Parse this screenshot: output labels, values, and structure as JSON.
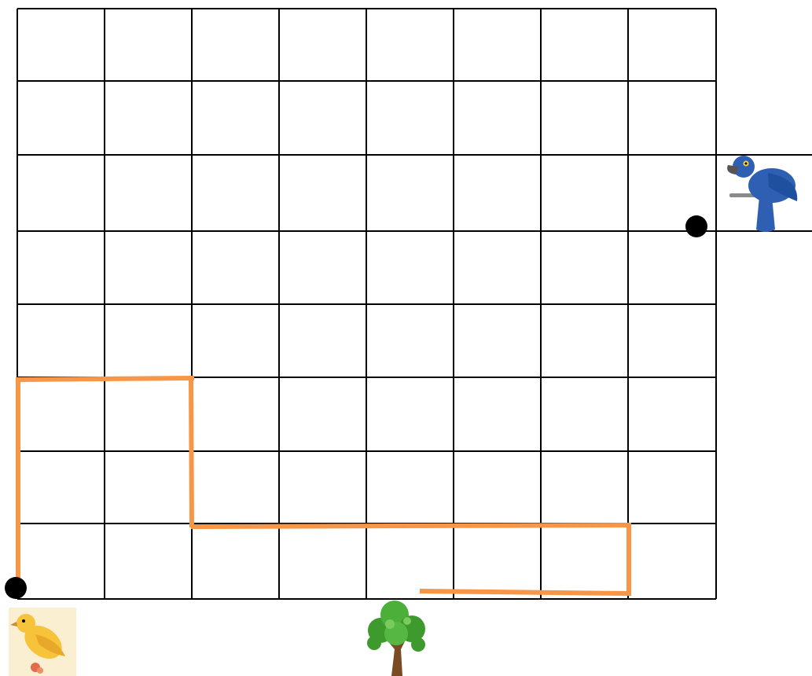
{
  "grid": {
    "columns": 8,
    "rows": 8,
    "line_color": "#000000"
  },
  "route": {
    "color": "#F79646",
    "description_steps": 7
  },
  "markers": {
    "start": {
      "icon": "black-dot-icon",
      "color": "#000000"
    },
    "end": {
      "icon": "black-dot-icon",
      "color": "#000000"
    }
  },
  "pictures": {
    "canary": {
      "icon": "yellow-canary-icon",
      "colors": {
        "body": "#F6C33B",
        "background": "#FBEFD2"
      }
    },
    "macaw": {
      "icon": "blue-macaw-icon",
      "colors": {
        "body": "#2F5FB3",
        "beak": "#555555"
      }
    },
    "tree": {
      "icon": "tree-icon",
      "colors": {
        "leaves": "#3E9A2C",
        "trunk": "#7A4A22"
      }
    }
  }
}
